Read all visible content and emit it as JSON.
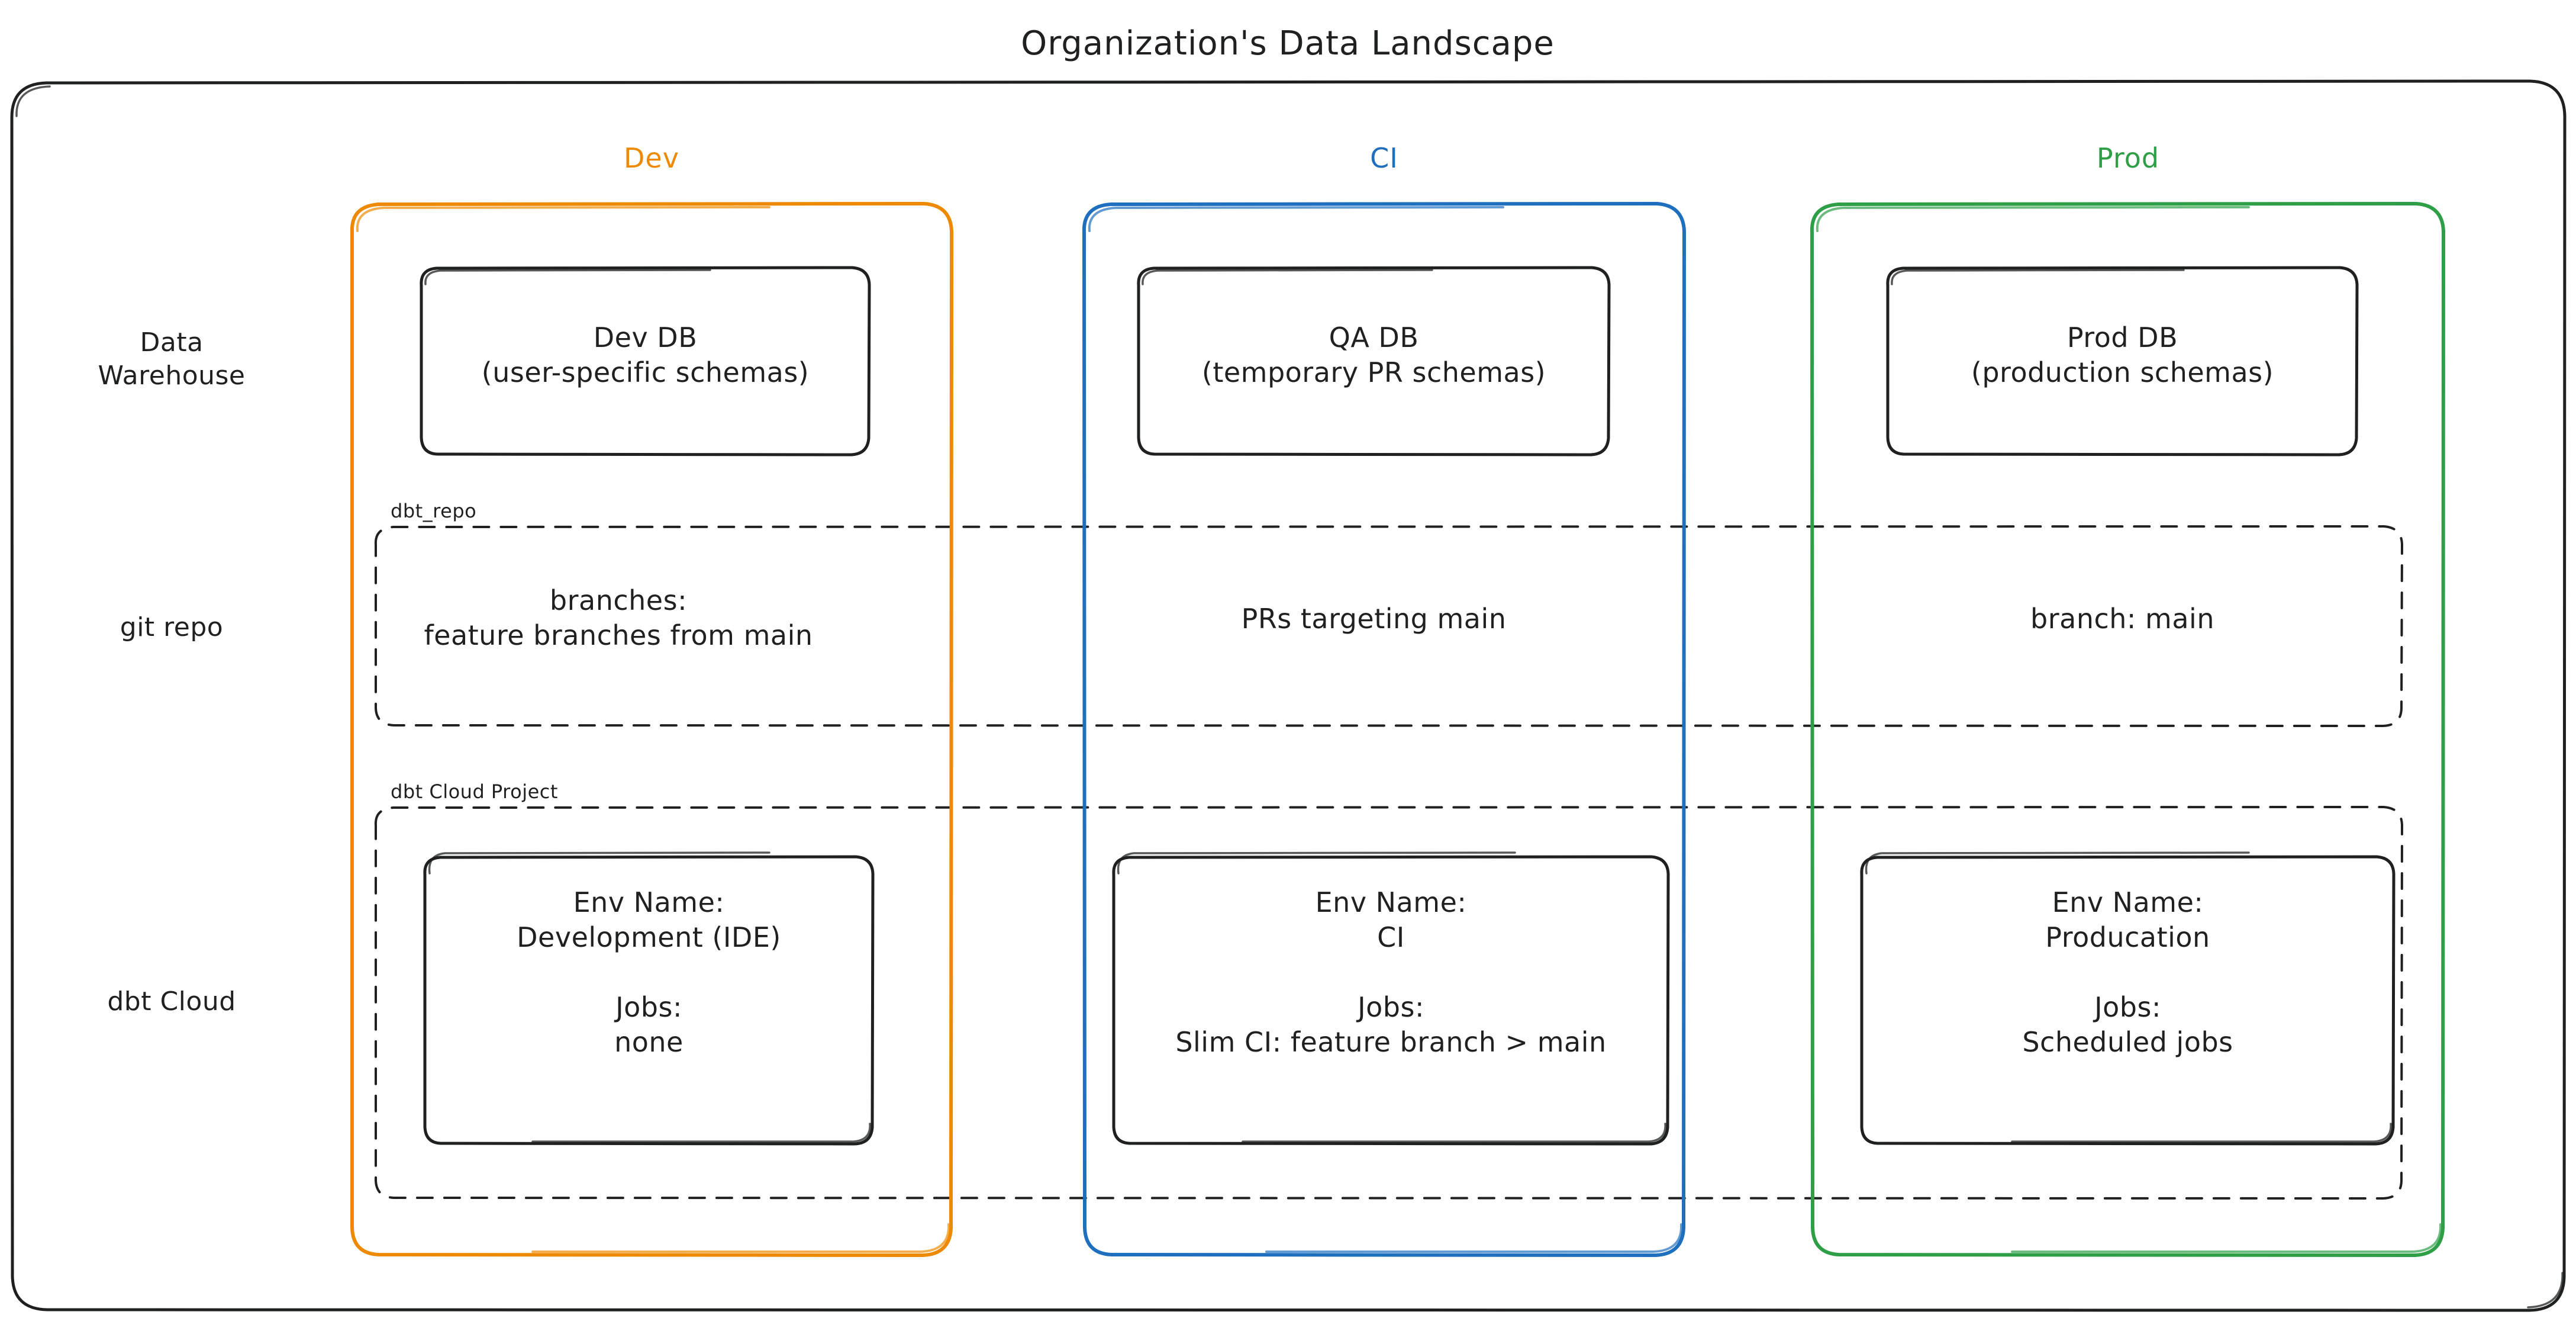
{
  "diagram": {
    "title": "Organization's Data Landscape",
    "type": "flowchart",
    "style": "hand-drawn"
  },
  "columns": [
    {
      "id": "dev",
      "label": "Dev",
      "color": "#ee8a02"
    },
    {
      "id": "ci",
      "label": "CI",
      "color": "#1f6fbf"
    },
    {
      "id": "prod",
      "label": "Prod",
      "color": "#2e9e47"
    }
  ],
  "rows": [
    {
      "id": "data-warehouse",
      "label": "Data\nWarehouse"
    },
    {
      "id": "git-repo",
      "label": "git repo"
    },
    {
      "id": "dbt-cloud",
      "label": "dbt Cloud"
    }
  ],
  "clusters": [
    {
      "id": "dbt-repo",
      "label": "dbt_repo"
    },
    {
      "id": "dbt-cloud-project",
      "label": "dbt Cloud Project"
    }
  ],
  "nodes": {
    "warehouse": {
      "dev": "Dev DB\n(user-specific schemas)",
      "ci": "QA DB\n(temporary PR schemas)",
      "prod": "Prod DB\n(production schemas)"
    },
    "git": {
      "dev": "branches:\nfeature branches from main",
      "ci": "PRs targeting main",
      "prod": "branch: main"
    },
    "dbt_cloud": {
      "dev": "Env Name:\nDevelopment (IDE)\n\nJobs:\nnone",
      "ci": "Env Name:\nCI\n\nJobs:\nSlim CI: feature branch > main",
      "prod": "Env Name:\nProducation\n\nJobs:\nScheduled jobs"
    }
  },
  "colors": {
    "stroke": "#1f2020",
    "background": "#ffffff",
    "dev": "#ee8a02",
    "ci": "#1f6fbf",
    "prod": "#2e9e47"
  }
}
